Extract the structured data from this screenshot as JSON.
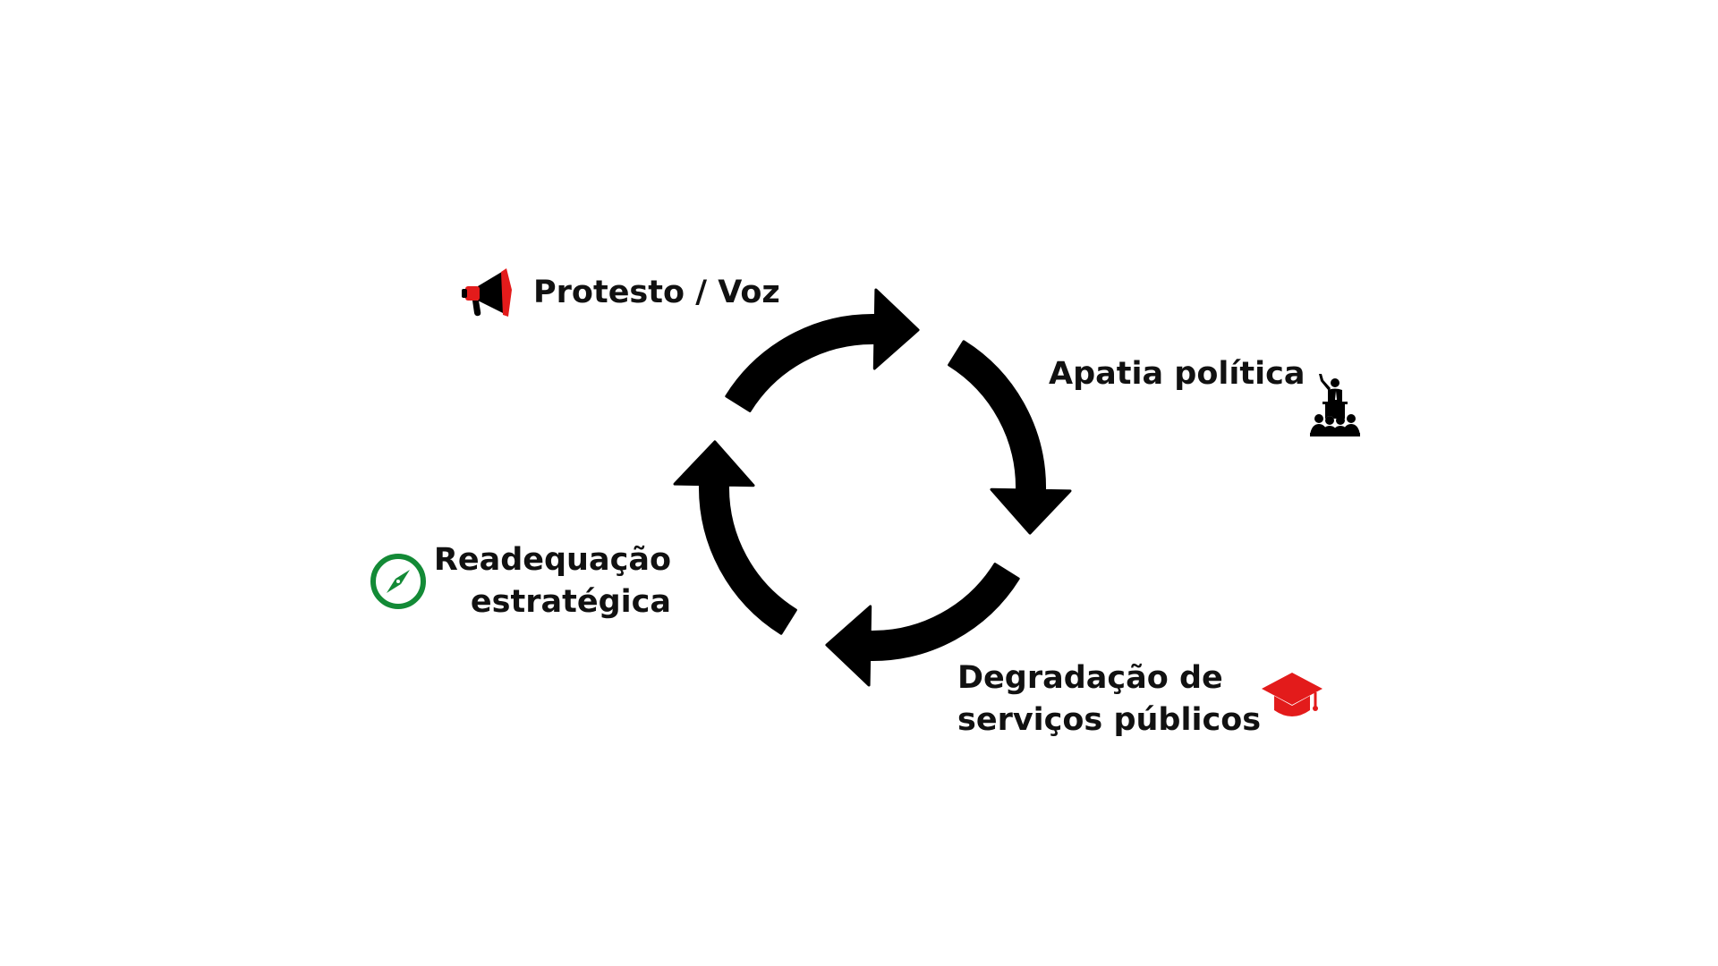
{
  "diagram": {
    "type": "cycle",
    "arrow_color": "#000000",
    "stages": [
      {
        "id": "protest",
        "lines": [
          "Protesto / Voz"
        ],
        "icon": "megaphone-icon",
        "icon_colors": [
          "#e31b1b",
          "#000000"
        ]
      },
      {
        "id": "apathy",
        "lines": [
          "Apatia política"
        ],
        "icon": "speaker-podium-audience-icon",
        "icon_colors": [
          "#000000"
        ]
      },
      {
        "id": "degradation",
        "lines": [
          "Degradação de",
          "serviços públicos"
        ],
        "icon": "graduation-cap-icon",
        "icon_colors": [
          "#e31b1b"
        ]
      },
      {
        "id": "readjustment",
        "lines": [
          "Readequação",
          "estratégica"
        ],
        "icon": "compass-icon",
        "icon_colors": [
          "#138a36"
        ]
      }
    ]
  }
}
